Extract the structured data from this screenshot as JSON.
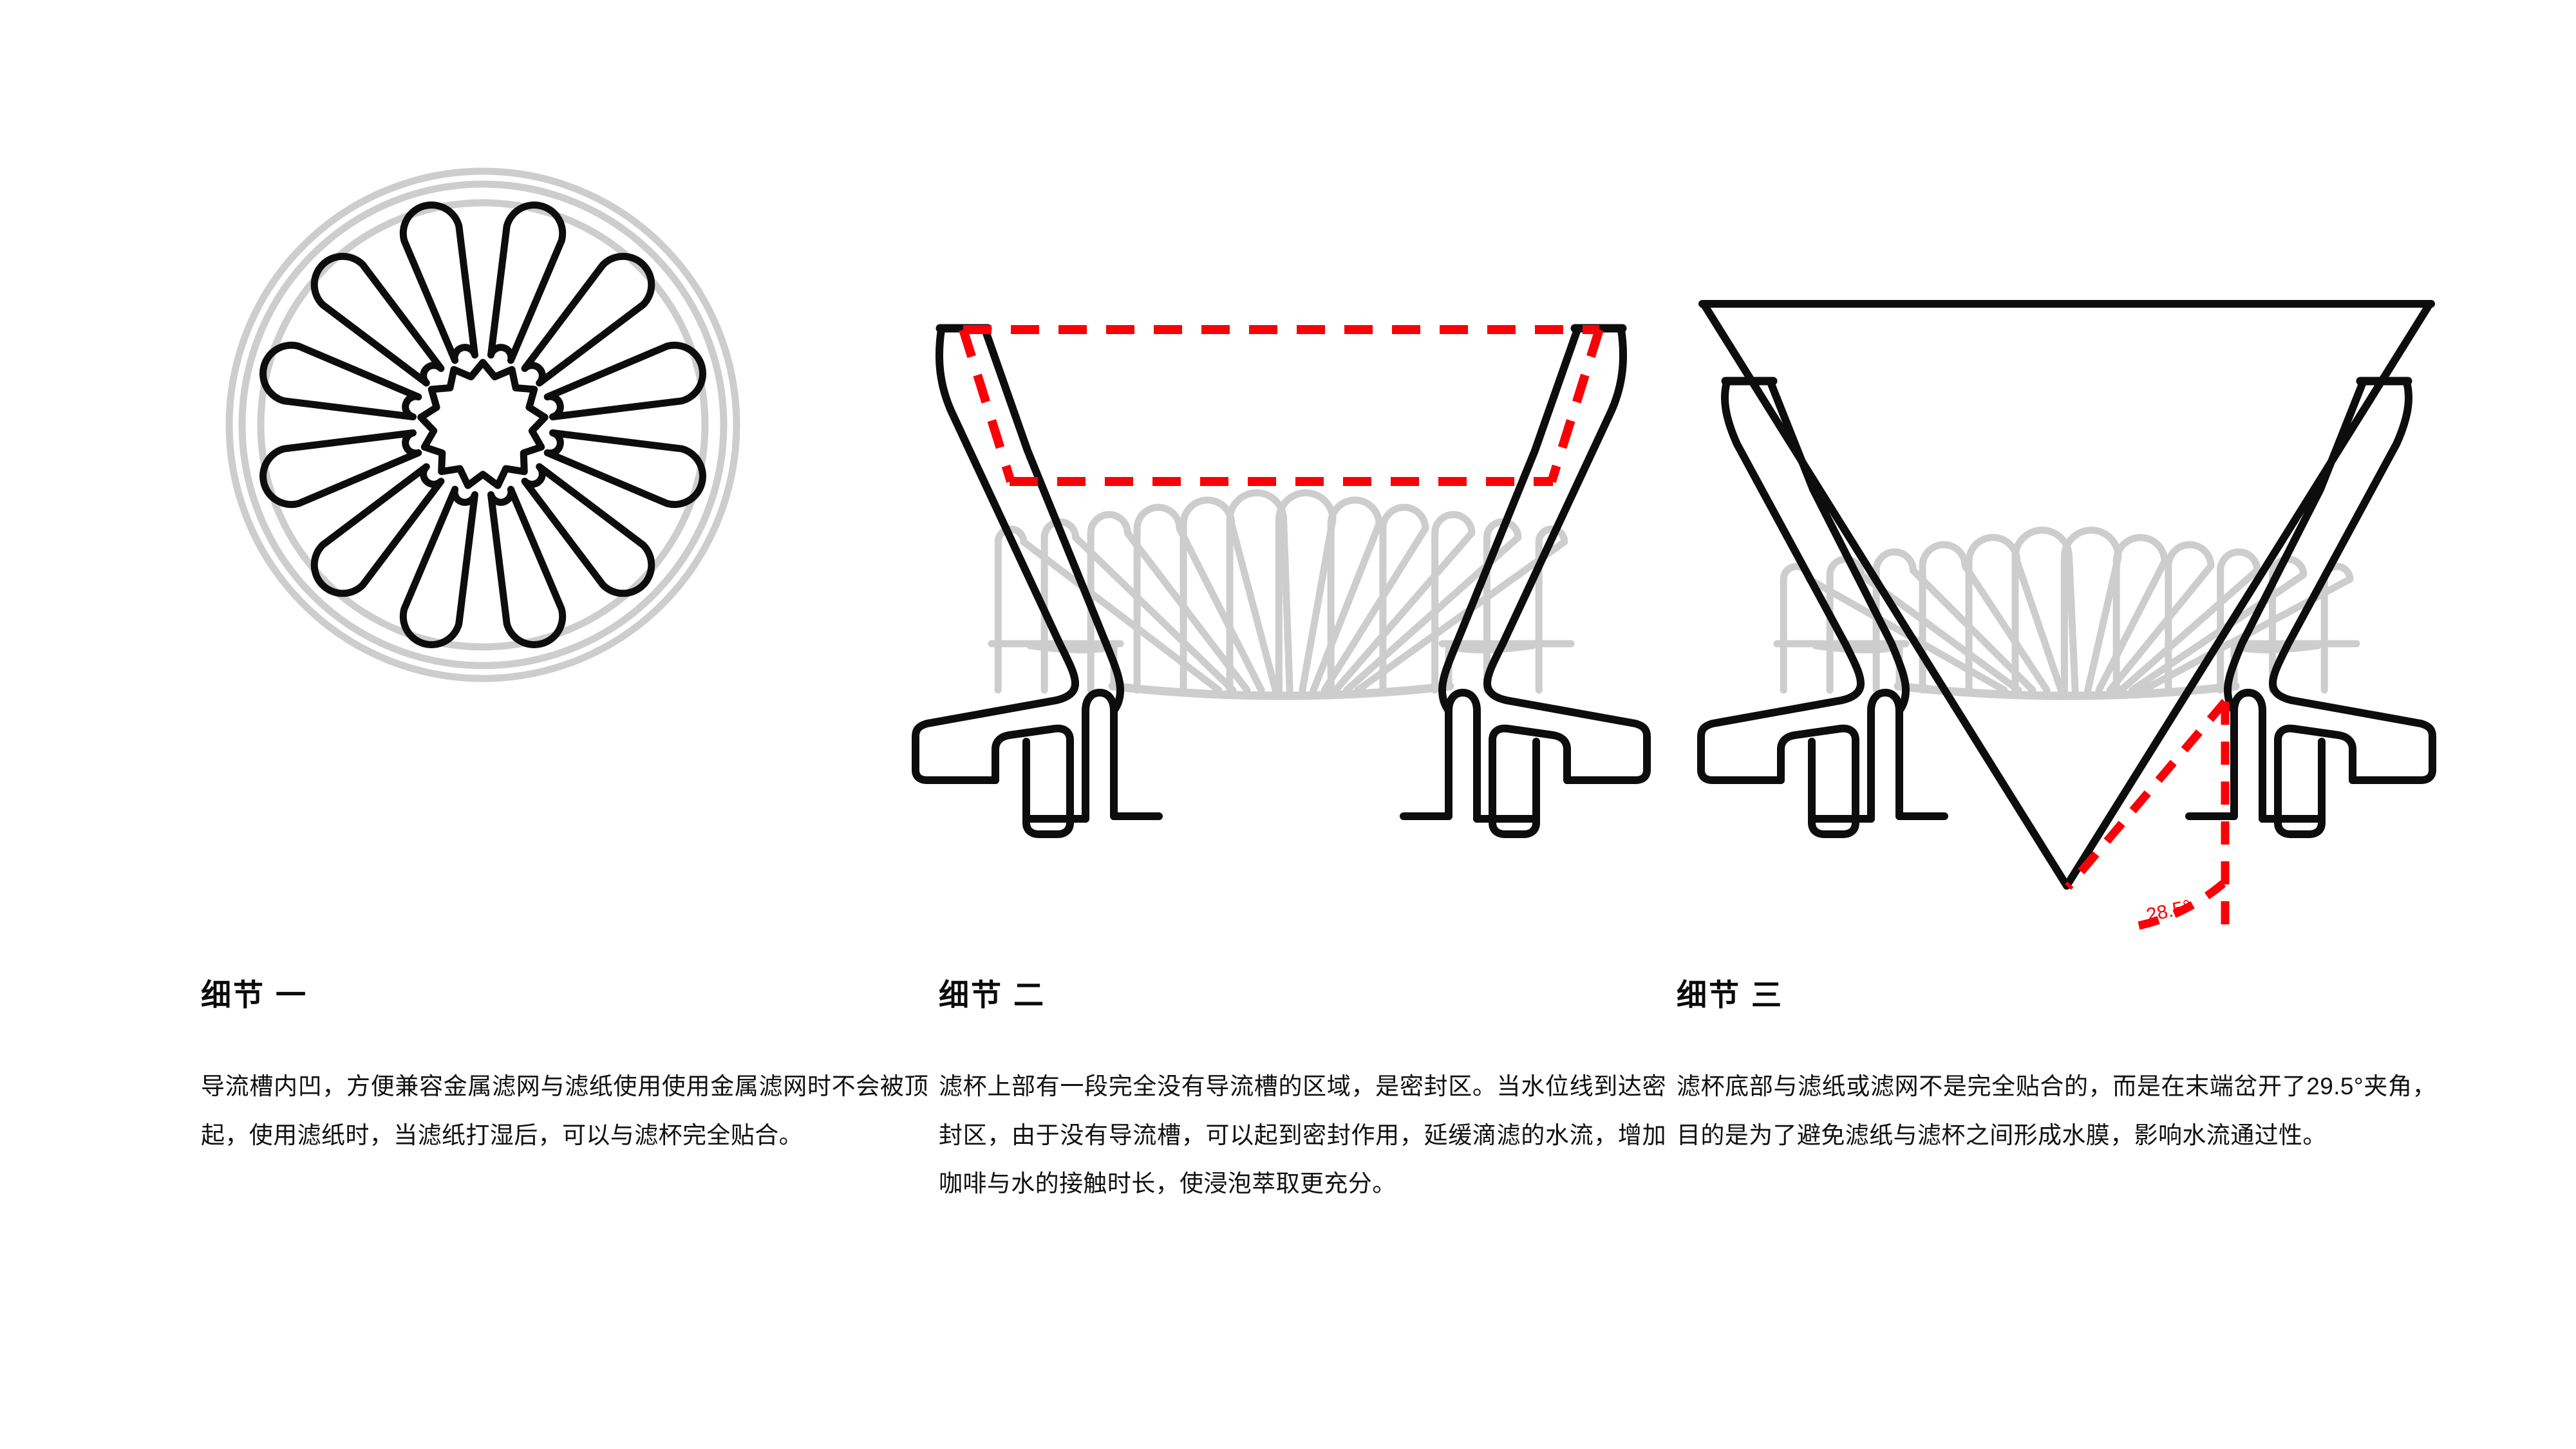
{
  "figures": [
    {
      "id": "fig-1",
      "name": "top-view-dripper",
      "view": "top",
      "rib_count": 12,
      "center_scallop_count": 13,
      "guide_circles": 3,
      "colors": {
        "outline": "#0d0d0d",
        "guide": "#cdcdcd"
      },
      "annotation": null
    },
    {
      "id": "fig-2",
      "name": "section-view-sealed-zone",
      "view": "cross-section",
      "rib_count": 12,
      "guide_circles": 0,
      "colors": {
        "outline": "#0d0d0d",
        "guide": "#cdcdcd",
        "annotation": "#fb0007"
      },
      "annotation": {
        "type": "sealed-zone",
        "shape": "dashed-trapezoid",
        "label": ""
      }
    },
    {
      "id": "fig-3",
      "name": "section-view-filter-angle",
      "view": "cross-section",
      "rib_count": 12,
      "guide_circles": 0,
      "colors": {
        "outline": "#0d0d0d",
        "guide": "#cdcdcd",
        "annotation": "#fb0007"
      },
      "annotation": {
        "type": "angle",
        "label": "28.5°",
        "value": 28.5,
        "unit": "degree"
      }
    }
  ],
  "columns": [
    {
      "title": "细节 一",
      "body": "导流槽内凹，方便兼容金属滤网与滤纸使用使用金属滤网时不会被顶起，使用滤纸时，当滤纸打湿后，可以与滤杯完全贴合。"
    },
    {
      "title": "细节 二",
      "body": "滤杯上部有一段完全没有导流槽的区域，是密封区。当水位线到达密封区，由于没有导流槽，可以起到密封作用，延缓滴滤的水流，增加咖啡与水的接触时长，使浸泡萃取更充分。"
    },
    {
      "title": "细节 三",
      "body": "滤杯底部与滤纸或滤网不是完全贴合的，而是在末端岔开了29.5°夹角，目的是为了避免滤纸与滤杯之间形成水膜，影响水流通过性。"
    }
  ],
  "angle_label": "28.5°",
  "colors": {
    "background": "#ffffff",
    "outline": "#0d0d0d",
    "guide_gray": "#cdcdcd",
    "annotation_red": "#fb0007",
    "text": "#111111"
  }
}
